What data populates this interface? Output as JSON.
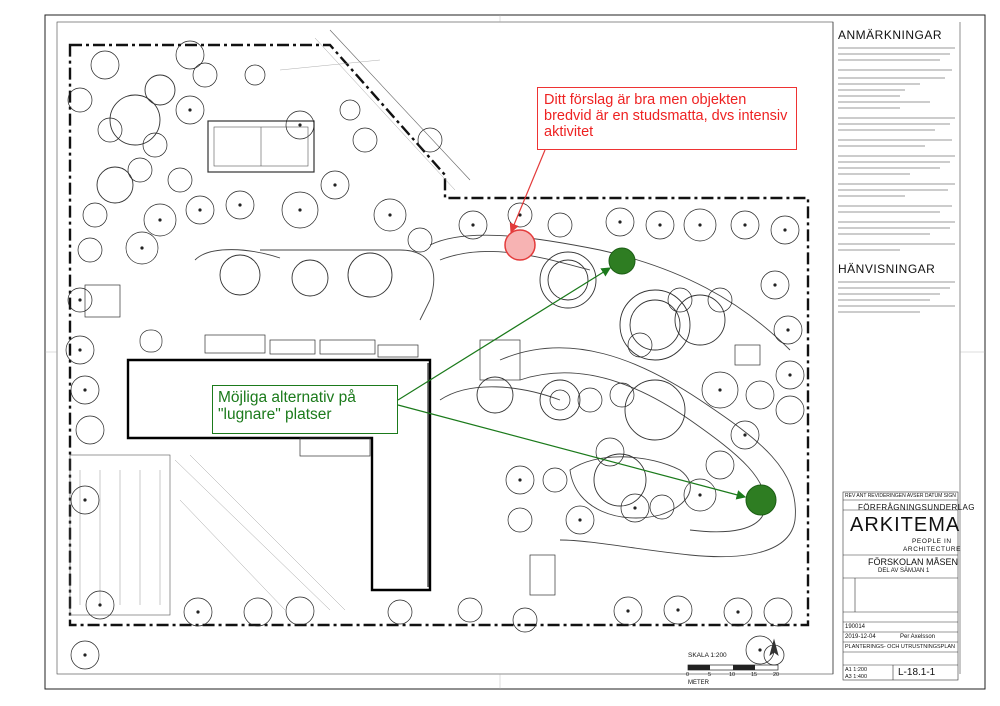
{
  "annotations": {
    "suggestion_note": "Ditt förslag är bra men objekten bredvid är en studsmatta, dvs intensiv aktivitet",
    "alternatives_note": "Möjliga alternativ på \"lugnare\" platser",
    "colors": {
      "red": "#e33b3b",
      "green": "#1b7a1b"
    }
  },
  "notes_panel": {
    "heading": "ANMÄRKNINGAR",
    "heading2": "HÄNVISNINGAR"
  },
  "title_block": {
    "revision_header": "REV  ANT  REVIDERINGEN AVSER        DATUM  SIGN",
    "document_type": "FÖRFRÅGNINGSUNDERLAG",
    "company": "ARKITEMA",
    "tagline1": "PEOPLE IN",
    "tagline2": "ARCHITECTURE",
    "project": "FÖRSKOLAN MÅSEN",
    "subproject": "DEL AV SÄMJAN 1",
    "drawing_title": "PLANTERINGS- OCH UTRUSTNINGSPLAN",
    "project_no": "190014",
    "date": "2019-12-04",
    "author": "Per Axelsson",
    "drawing_no": "L-18.1-1",
    "scale_a1": "A1  1:200",
    "scale_a3": "A3  1:400"
  },
  "scale_bar": {
    "label": "SKALA 1:200",
    "unit": "METER",
    "ticks": [
      "0",
      "5",
      "10",
      "15",
      "20"
    ]
  }
}
